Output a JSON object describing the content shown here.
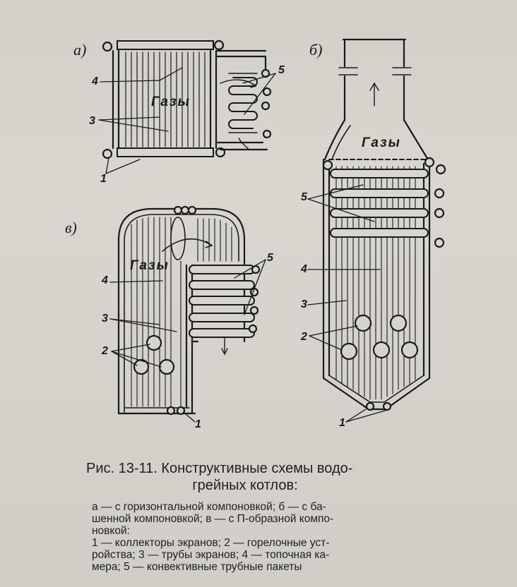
{
  "figure": {
    "panel_a": {
      "letter": "а)",
      "gas": "Газы",
      "labels": [
        "4",
        "3",
        "1",
        "5"
      ]
    },
    "panel_b": {
      "letter": "б)",
      "gas": "Газы",
      "labels": [
        "5",
        "4",
        "3",
        "2",
        "1"
      ]
    },
    "panel_v": {
      "letter": "в)",
      "gas": "Газы",
      "labels": [
        "4",
        "3",
        "2",
        "5",
        "1"
      ]
    }
  },
  "caption": {
    "title_line1": "Рис. 13-11. Конструктивные схемы водо-",
    "title_line2": "грейных котлов:",
    "lines": [
      "а — с горизонтальной компоновкой; б — с ба-",
      "шенной компоновкой; в — с П-образной компо-",
      "новкой:",
      "1 — коллекторы экранов; 2 — горелочные уст-",
      "ройства; 3 — трубы экранов; 4 — топочная ка-",
      "мера; 5 — конвективные трубные пакеты"
    ]
  }
}
